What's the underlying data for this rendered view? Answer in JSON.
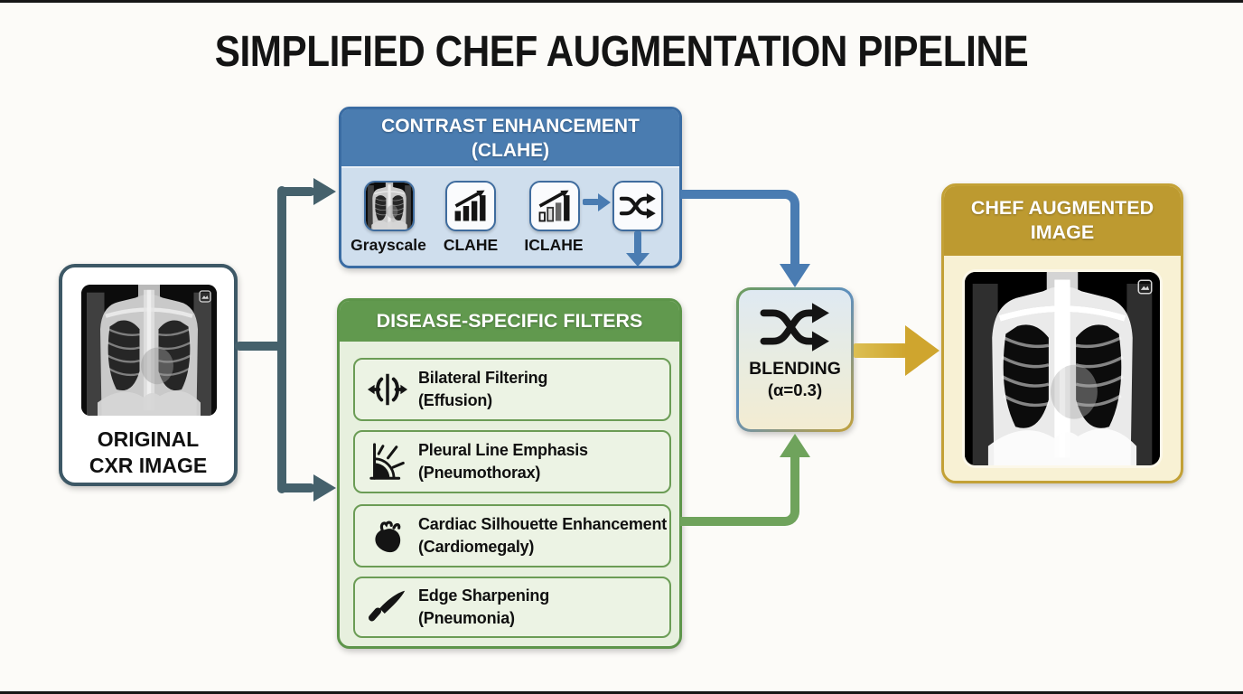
{
  "title": "SIMPLIFIED CHEF AUGMENTATION PIPELINE",
  "original_box": {
    "label_line1": "ORIGINAL",
    "label_line2": "CXR IMAGE"
  },
  "contrast_box": {
    "title_line1": "CONTRAST ENHANCEMENT",
    "title_line2": "(CLAHE)",
    "steps": [
      {
        "label": "Grayscale"
      },
      {
        "label": "CLAHE"
      },
      {
        "label": "ICLAHE"
      }
    ]
  },
  "filters_box": {
    "title": "DISEASE-SPECIFIC FILTERS",
    "items": [
      {
        "name": "Bilateral Filtering",
        "target": "(Effusion)"
      },
      {
        "name": "Pleural Line Emphasis",
        "target": "(Pneumothorax)"
      },
      {
        "name": "Cardiac Silhouette Enhancement",
        "target": "(Cardiomegaly)"
      },
      {
        "name": "Edge Sharpening",
        "target": "(Pneumonia)"
      }
    ]
  },
  "blending_box": {
    "label": "BLENDING",
    "alpha": "(α=0.3)"
  },
  "output_box": {
    "title_line1": "CHEF AUGMENTED",
    "title_line2": "IMAGE"
  },
  "colors": {
    "contrast_header": "#4a7cb0",
    "contrast_body": "#cfdeed",
    "filters_header": "#61994e",
    "filters_body": "#e7f0de",
    "output_header": "#bd9a30",
    "output_body": "#f8f1d4",
    "connector_slate": "#45616c",
    "connector_blue": "#4a7cb2",
    "connector_green": "#6fa35c",
    "connector_gold": "#cfa52e"
  }
}
